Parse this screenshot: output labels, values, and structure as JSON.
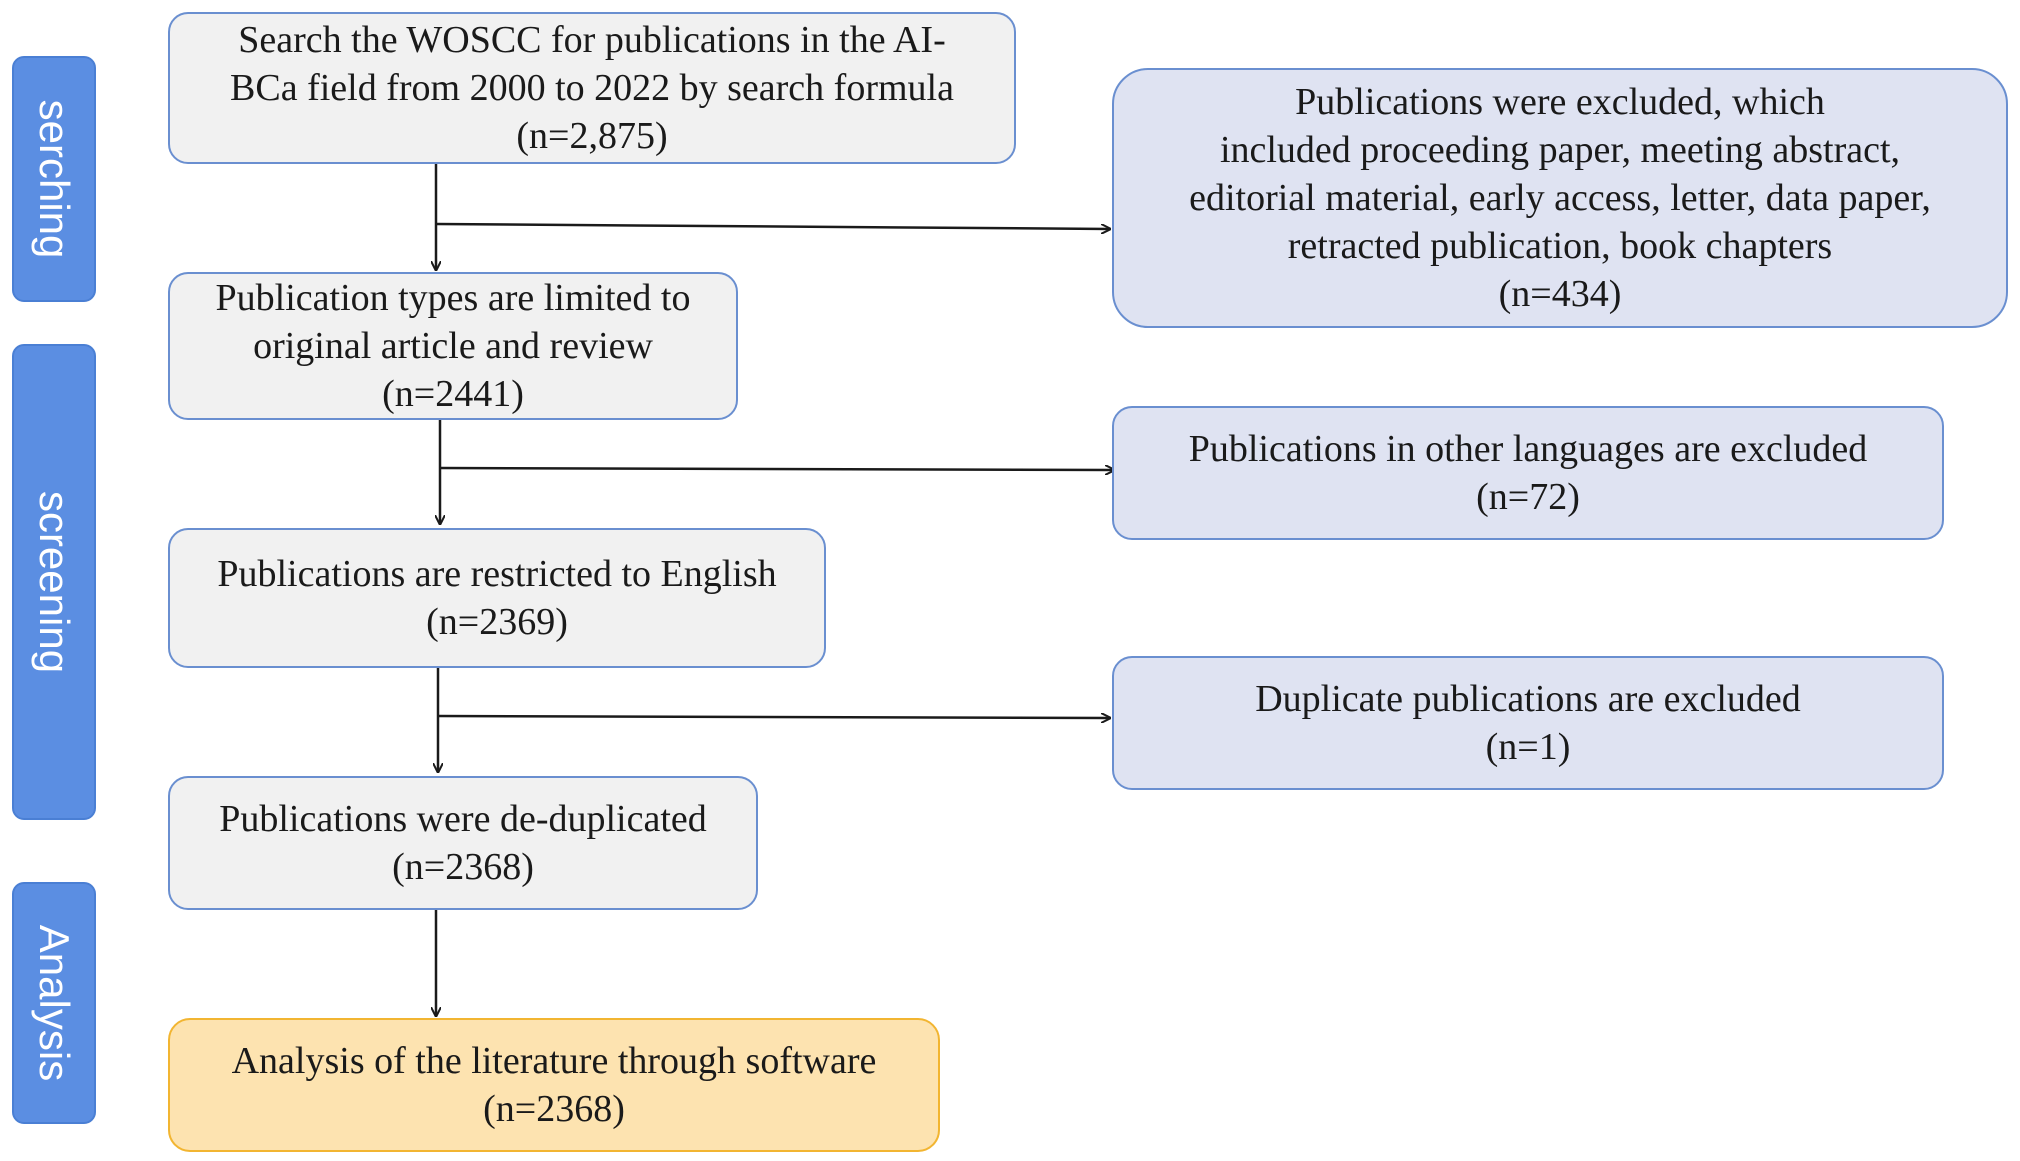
{
  "stages": {
    "searching": "serching",
    "screening": "screening",
    "analysis": "Analysis"
  },
  "main_steps": {
    "search": {
      "lines": [
        "Search the WOSCC for publications in the AI-",
        "BCa field from 2000 to 2022 by search formula"
      ],
      "count": "(n=2,875)"
    },
    "types": {
      "lines": [
        "Publication types are limited to",
        "original article and review"
      ],
      "count": "(n=2441)"
    },
    "english": {
      "lines": [
        "Publications are restricted to English"
      ],
      "count": "(n=2369)"
    },
    "dedup": {
      "lines": [
        "Publications were de-duplicated"
      ],
      "count": "(n=2368)"
    },
    "analysis": {
      "lines": [
        "Analysis of the literature through software"
      ],
      "count": "(n=2368)"
    }
  },
  "exclusions": {
    "types": {
      "lines": [
        "Publications were excluded, which",
        "included proceeding paper, meeting abstract,",
        "editorial material, early access, letter, data paper,",
        "retracted publication, book chapters"
      ],
      "count": "(n=434)"
    },
    "language": {
      "lines": [
        "Publications in other languages are excluded"
      ],
      "count": "(n=72)"
    },
    "duplicate": {
      "lines": [
        "Duplicate publications are excluded"
      ],
      "count": "(n=1)"
    }
  },
  "colors": {
    "stage_label": "#5b8ee2",
    "main_box": "#f1f1f1",
    "exclusion_box": "#dfe3f2",
    "final_box": "#fde3b0",
    "final_border": "#f2b531",
    "box_border": "#6a8fd0"
  }
}
